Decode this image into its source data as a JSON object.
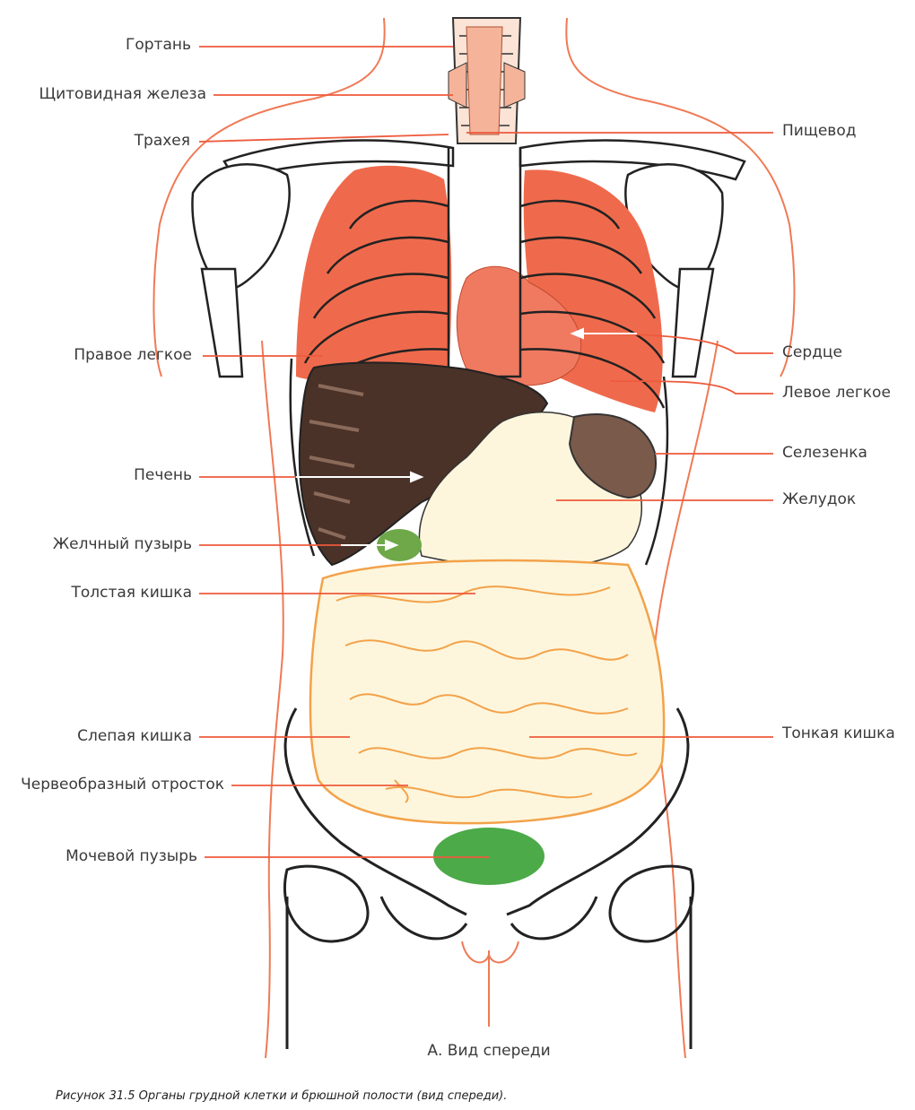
{
  "labels": {
    "larynx": "Гортань",
    "thyroid": "Щитовидная железа",
    "trachea": "Трахея",
    "esophagus": "Пищевод",
    "right_lung": "Правое легкое",
    "heart": "Сердце",
    "left_lung": "Левое легкое",
    "liver": "Печень",
    "spleen": "Селезенка",
    "stomach": "Желудок",
    "gallbladder": "Желчный пузырь",
    "colon": "Толстая кишка",
    "cecum": "Слепая кишка",
    "small_intestine": "Тонкая кишка",
    "appendix": "Червеобразный отросток",
    "bladder": "Мочевой пузырь"
  },
  "subtitle": "А. Вид спереди",
  "caption": "Рисунок 31.5   Органы грудной клетки и брюшной полости (вид спереди).",
  "colors": {
    "leader": "#ee5a3c",
    "body_outline": "#ef7a55",
    "lung": "#ef6a4c",
    "heart": "#f07a60",
    "liver": "#4a3228",
    "liver_texture": "#8a6a5a",
    "spleen": "#7a5a4a",
    "intestine_fill": "#fdf6dc",
    "intestine_line": "#f3a24a",
    "gallbladder": "#6ea848",
    "bladder": "#4caa48",
    "bone": "#222222"
  }
}
